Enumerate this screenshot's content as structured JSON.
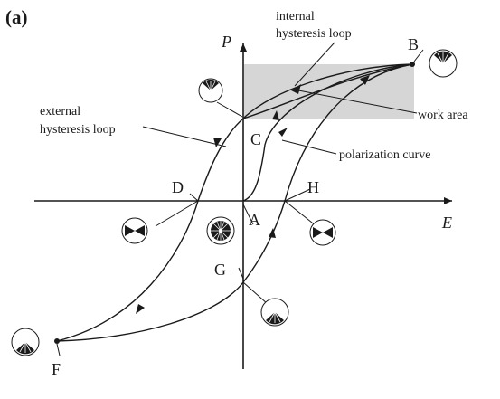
{
  "panel_label": "(a)",
  "axes": {
    "vertical": "P",
    "horizontal": "E"
  },
  "points": {
    "A": "A",
    "B": "B",
    "C": "C",
    "D": "D",
    "E": "",
    "F": "F",
    "G": "G",
    "H": "H"
  },
  "annotations": {
    "internal_1": "internal",
    "internal_2": "hysteresis loop",
    "external_1": "external",
    "external_2": "hysteresis loop",
    "work_area": "work area",
    "polarization_curve": "polarization curve"
  },
  "colors": {
    "work_area_fill": "#d6d6d6",
    "ink": "#1a1a1a"
  },
  "icons": [
    "domain-up-sector-icon",
    "domain-up-sector-icon",
    "domain-random-icon",
    "domain-horizontal-icon",
    "domain-horizontal-icon",
    "domain-down-sector-icon",
    "domain-down-sector-icon"
  ]
}
